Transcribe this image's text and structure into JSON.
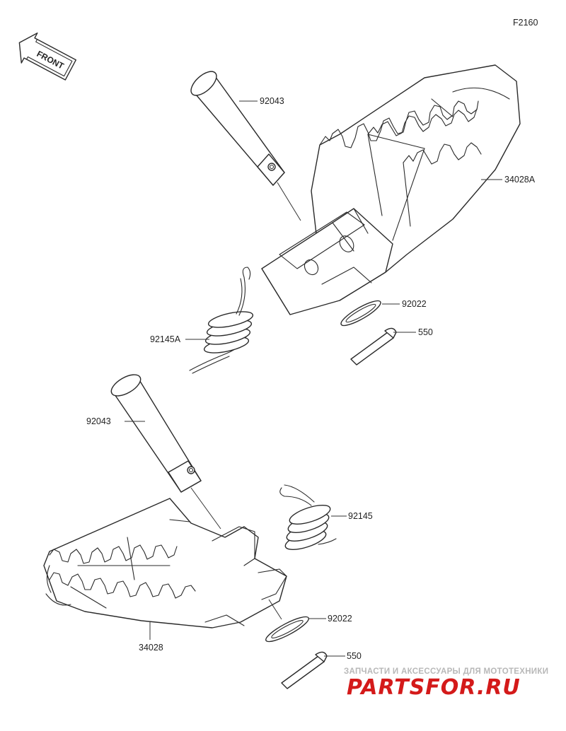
{
  "figure_code": "F2160",
  "front_label": "FRONT",
  "parts": {
    "pin_upper": "92043",
    "footpeg_right": "34028A",
    "washer_upper": "92022",
    "cotter_upper": "550",
    "spring_upper": "92145A",
    "pin_lower": "92043",
    "spring_lower": "92145",
    "washer_lower": "92022",
    "footpeg_left": "34028",
    "cotter_lower": "550"
  },
  "watermark": {
    "tagline": "ЗАПЧАСТИ И АКСЕССУАРЫ ДЛЯ МОТОТЕХНИКИ",
    "brand": "PARTSFOR.RU",
    "brand_color": "#d41a1a"
  }
}
